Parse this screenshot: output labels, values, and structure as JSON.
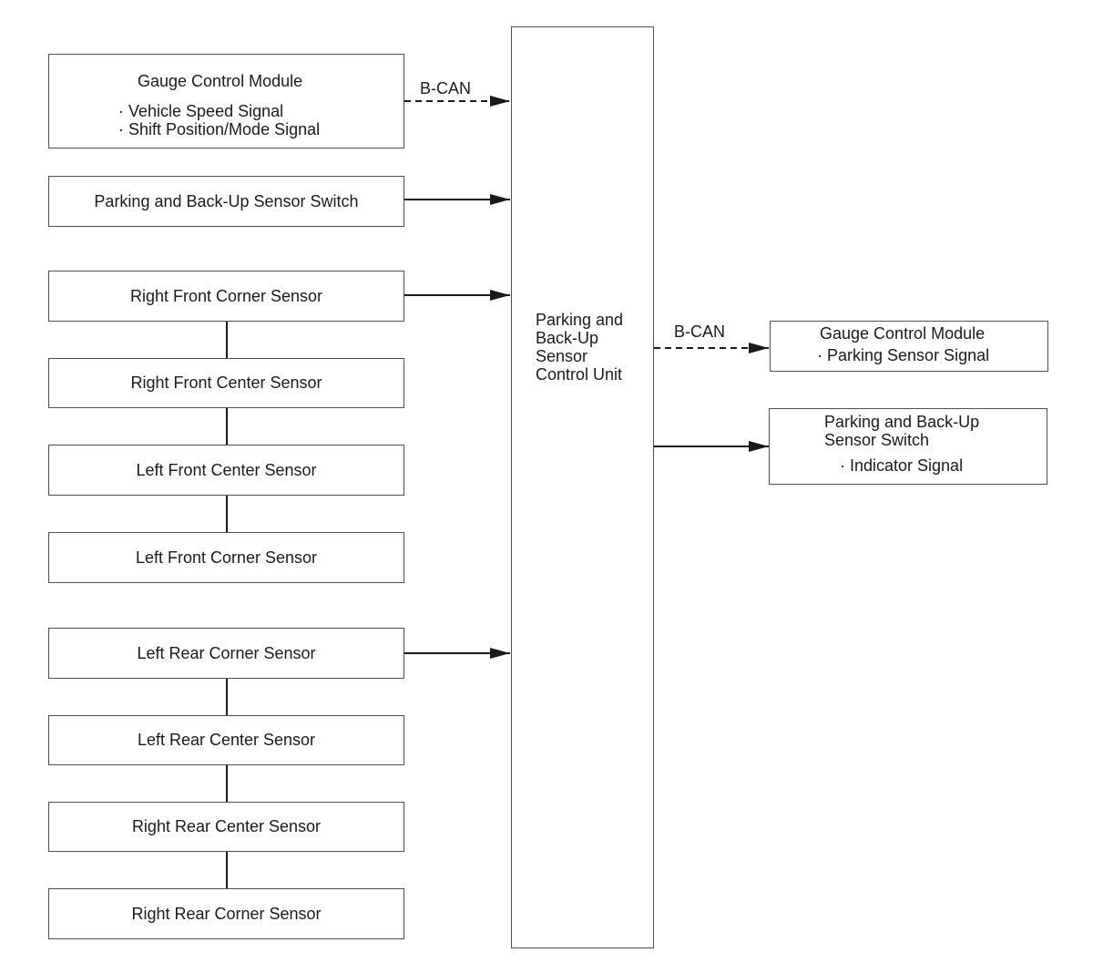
{
  "inputs": {
    "gauge_module": {
      "title": "Gauge Control Module",
      "signals": [
        "· Vehicle Speed Signal",
        "· Shift Position/Mode Signal"
      ],
      "bus": "B-CAN"
    },
    "sensor_switch": {
      "title": "Parking and Back-Up Sensor Switch"
    },
    "front_sensors": [
      "Right Front Corner Sensor",
      "Right Front Center Sensor",
      "Left Front Center Sensor",
      "Left Front Corner Sensor"
    ],
    "rear_sensors": [
      "Left Rear Corner Sensor",
      "Left Rear Center Sensor",
      "Right Rear Center Sensor",
      "Right Rear Corner Sensor"
    ]
  },
  "control_unit": {
    "lines": [
      "Parking and",
      "Back-Up",
      "Sensor",
      "Control Unit"
    ]
  },
  "outputs": {
    "gauge_module": {
      "title": "Gauge Control Module",
      "signal": "· Parking Sensor Signal",
      "bus": "B-CAN"
    },
    "sensor_switch": {
      "lines": [
        "Parking and Back-Up",
        "Sensor Switch"
      ],
      "signal": "· Indicator Signal"
    }
  }
}
